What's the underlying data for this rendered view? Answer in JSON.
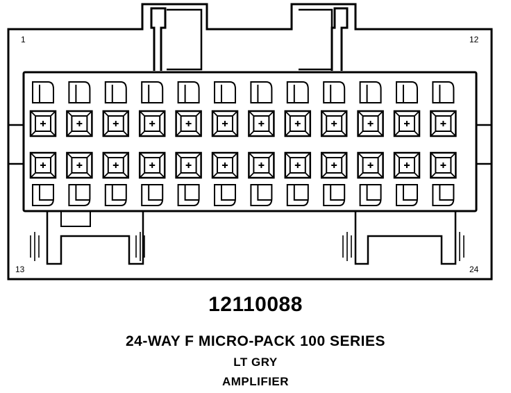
{
  "connector": {
    "part_number": "12110088",
    "description": "24-WAY F MICRO-PACK 100 SERIES",
    "color": "LT GRY",
    "usage": "AMPLIFIER",
    "pin_labels": {
      "top_left": "1",
      "top_right": "12",
      "bottom_left": "13",
      "bottom_right": "24"
    },
    "cavity_columns": 12,
    "cavity_rows": 2,
    "icons": {
      "terminal": "plus-cross-icon",
      "latch": "latch-tab-icon"
    }
  }
}
